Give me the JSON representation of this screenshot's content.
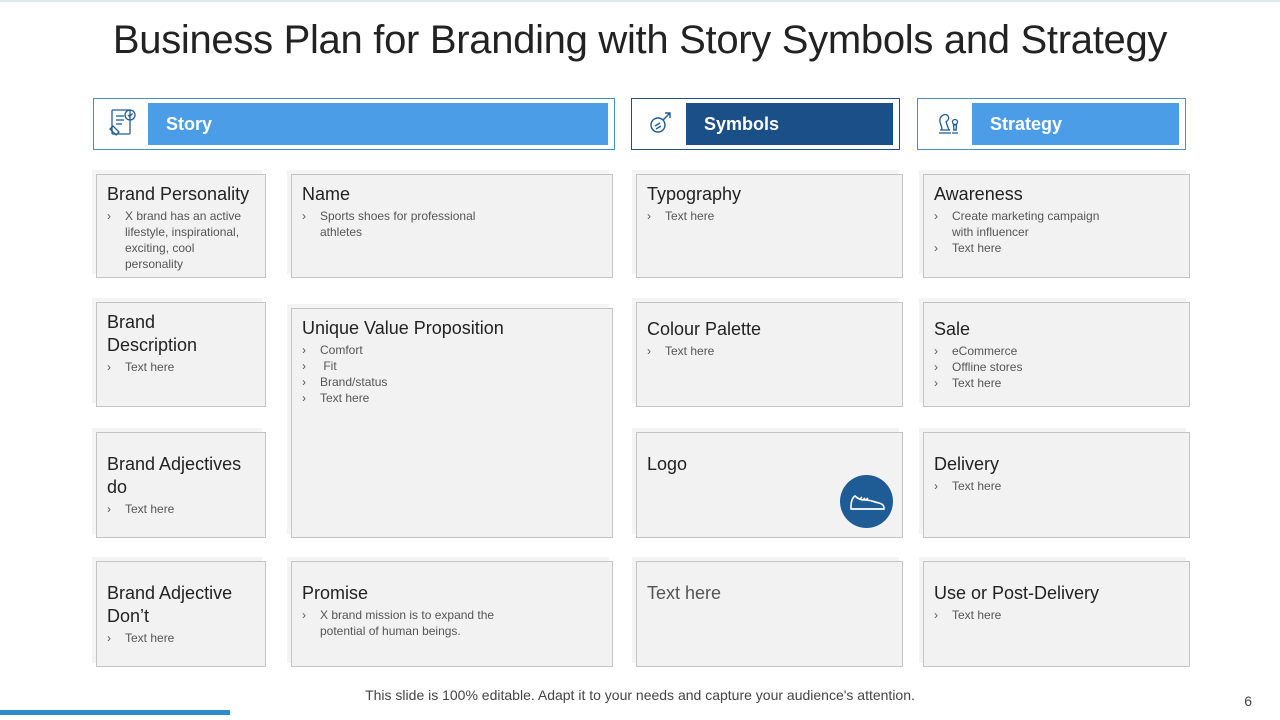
{
  "title": "Business Plan for Branding with Story Symbols and Strategy",
  "colors": {
    "light_blue": "#4a9de6",
    "dark_blue": "#1b4f88",
    "badge": "#1f5c96",
    "accent_bar": "#2f8ad0"
  },
  "headers": {
    "story": {
      "label": "Story",
      "icon": "document-checklist-icon"
    },
    "symbols": {
      "label": "Symbols",
      "icon": "gender-symbols-icon"
    },
    "strategy": {
      "label": "Strategy",
      "icon": "chess-pieces-icon"
    }
  },
  "story_col1": [
    {
      "title": "Brand Personality",
      "bullets": [
        "X brand has an active lifestyle, inspirational, exciting, cool personality"
      ]
    },
    {
      "title": "Brand Description",
      "bullets": [
        "Text here"
      ]
    },
    {
      "title": "Brand Adjectives do",
      "bullets": [
        "Text here"
      ]
    },
    {
      "title": "Brand Adjective Don’t",
      "bullets": [
        "Text here"
      ]
    }
  ],
  "story_col2": [
    {
      "title": "Name",
      "bullets": [
        "Sports shoes for professional athletes"
      ]
    },
    {
      "title": "Unique Value Proposition",
      "bullets": [
        "Comfort",
        " Fit",
        "Brand/status",
        "Text here"
      ]
    },
    {
      "title": "Promise",
      "bullets": [
        "X brand mission is to expand the potential of human beings."
      ]
    }
  ],
  "symbols_col": [
    {
      "title": "Typography",
      "bullets": [
        "Text here"
      ]
    },
    {
      "title": "Colour Palette",
      "bullets": [
        "Text here"
      ]
    },
    {
      "title": "Logo",
      "bullets": [],
      "icon": "sneaker-icon"
    },
    {
      "title": "Text here",
      "bullets": []
    }
  ],
  "strategy_col": [
    {
      "title": "Awareness",
      "bullets": [
        "Create marketing campaign with influencer",
        "Text here"
      ]
    },
    {
      "title": "Sale",
      "bullets": [
        "eCommerce",
        "Offline stores",
        "Text here"
      ]
    },
    {
      "title": "Delivery",
      "bullets": [
        "Text here"
      ]
    },
    {
      "title": "Use or Post-Delivery",
      "bullets": [
        "Text here"
      ]
    }
  ],
  "footer": {
    "note": "This slide is 100% editable. Adapt it to your needs and capture your audience's attention.",
    "page_number": "6"
  }
}
